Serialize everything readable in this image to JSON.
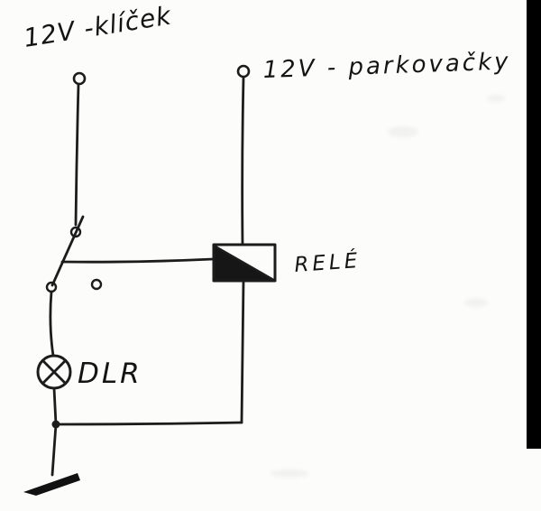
{
  "diagram": {
    "labels": {
      "supply_key": "12V -klíček",
      "supply_parking": "12V - parkovačky",
      "relay": "RELÉ",
      "lamp": "DLR"
    },
    "colors": {
      "ink": "#1c1c1c",
      "paper": "#fcfcfb",
      "scan_bar": "#000000"
    }
  }
}
